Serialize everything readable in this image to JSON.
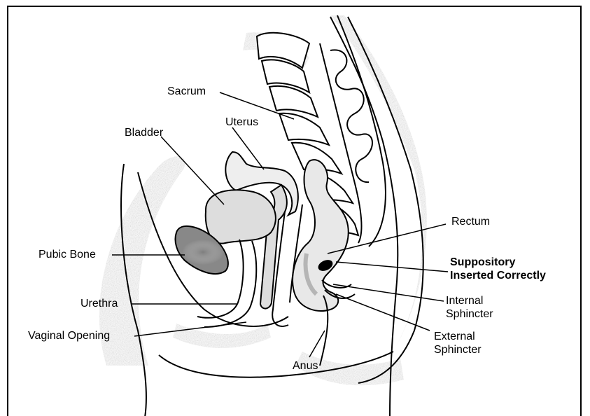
{
  "labels": {
    "sacrum": "Sacrum",
    "uterus": "Uterus",
    "bladder": "Bladder",
    "rectum": "Rectum",
    "pubic_bone": "Pubic Bone",
    "suppository": "Suppository",
    "inserted_correctly": "Inserted Correctly",
    "urethra": "Urethra",
    "internal": "Internal",
    "internal_sphincter": "Sphincter",
    "external": "External",
    "external_sphincter": "Sphincter",
    "vaginal_opening": "Vaginal Opening",
    "anus": "Anus"
  }
}
